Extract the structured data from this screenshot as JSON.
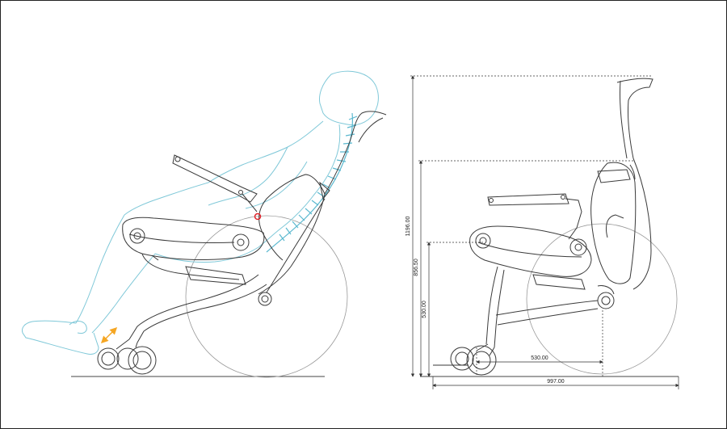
{
  "dimensions": {
    "overall_height": "1196.00",
    "armrest_height": "856.50",
    "seat_height": "530.00",
    "wheelbase": "530.00",
    "overall_length": "997.00"
  },
  "colors": {
    "line": "#3a3a3a",
    "human_outline": "#7fc8d8",
    "spine": "#5ab8cf",
    "pivot_marker": "#e0222a",
    "adjust_arrow": "#f5a623",
    "dimension": "#333333"
  }
}
